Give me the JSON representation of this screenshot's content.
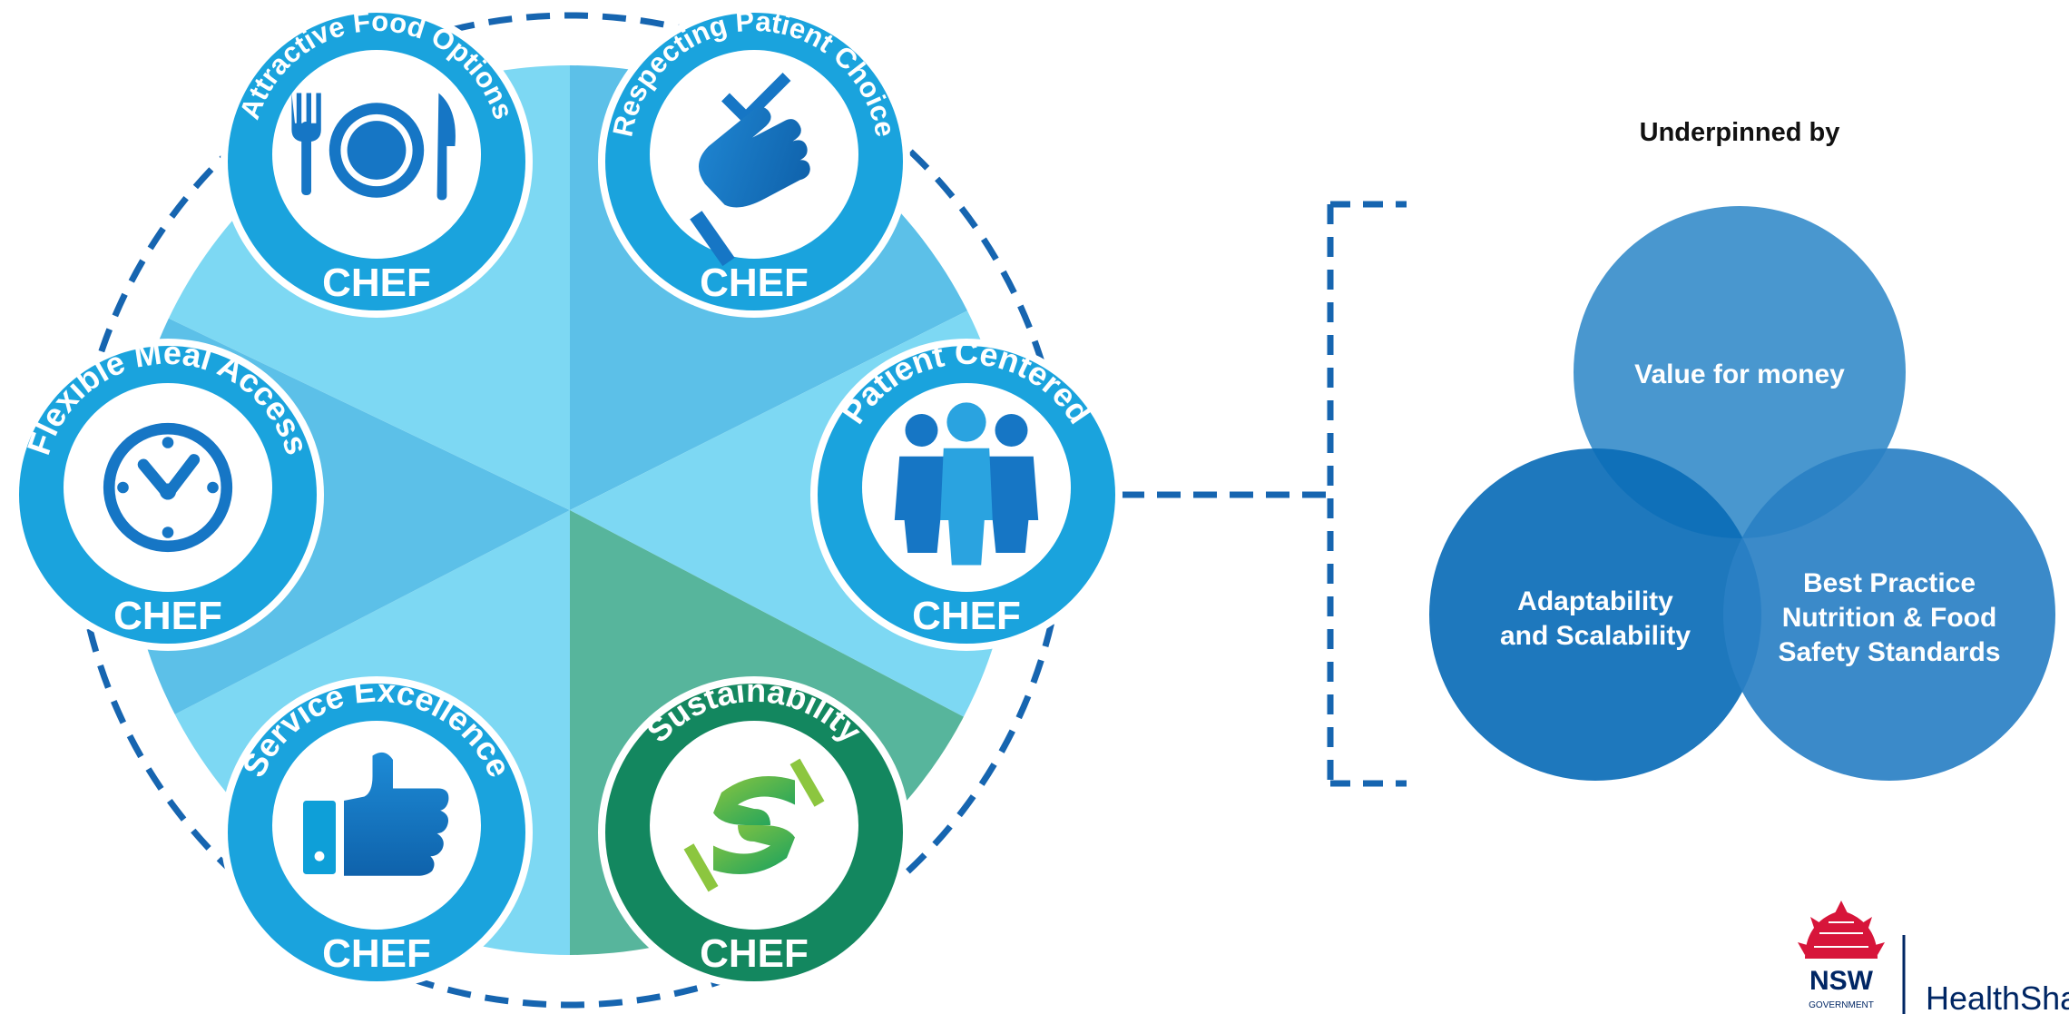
{
  "badges": [
    {
      "arc_title": "Attractive Food Options",
      "footer": "CHEF",
      "icon": "cutlery-plate-icon",
      "color": "#1aa3dd"
    },
    {
      "arc_title": "Respecting Patient Choice",
      "footer": "CHEF",
      "icon": "hand-checkmark-icon",
      "color": "#1aa3dd"
    },
    {
      "arc_title": "Patient Centered",
      "footer": "CHEF",
      "icon": "people-group-icon",
      "color": "#1aa3dd"
    },
    {
      "arc_title": "Sustainability",
      "footer": "CHEF",
      "icon": "recycle-hands-icon",
      "color": "#13875f"
    },
    {
      "arc_title": "Service Excellence",
      "footer": "CHEF",
      "icon": "thumbs-up-icon",
      "color": "#1aa3dd"
    },
    {
      "arc_title": "Flexible Meal Access",
      "footer": "CHEF",
      "icon": "clock-icon",
      "color": "#1aa3dd"
    }
  ],
  "underpinned": {
    "heading": "Underpinned by",
    "circles": [
      {
        "lines": [
          "Value for money"
        ],
        "color": "#3a8ecb"
      },
      {
        "lines": [
          "Adaptability",
          "and Scalability"
        ],
        "color": "#0b6cb7"
      },
      {
        "lines": [
          "Best Practice",
          "Nutrition & Food",
          "Safety Standards"
        ],
        "color": "#2a80c4"
      }
    ]
  },
  "logo": {
    "nsw_text": "NSW",
    "gov_text": "GOVERNMENT",
    "agency_text": "HealthShare"
  },
  "colors": {
    "dashed_line": "#1665b0",
    "wedge_light": "#7dd8f3",
    "wedge_mid": "#5cc0e8",
    "wedge_green": "#57b59c",
    "badge_blue": "#1aa3dd",
    "badge_green": "#13875f",
    "icon_blue": "#1676c5",
    "nsw_navy": "#002664",
    "nsw_red": "#d7153a"
  }
}
